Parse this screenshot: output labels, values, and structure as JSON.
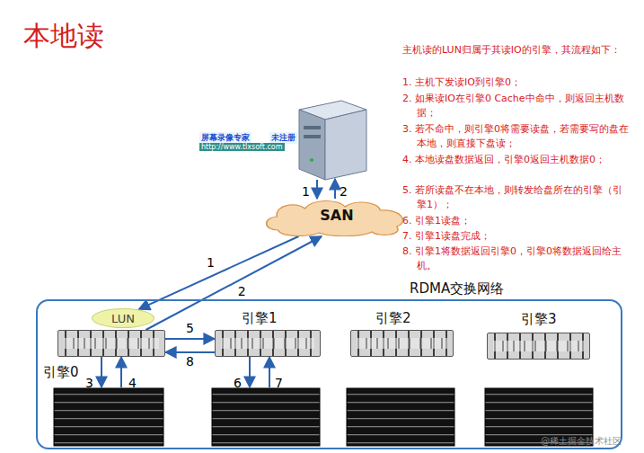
{
  "diagram": {
    "title": "本地读",
    "nodes": [
      {
        "text": [
          "SAN"
        ]
      },
      {
        "text": [
          "RDMA交换网络"
        ]
      },
      {
        "text": [
          "LUN"
        ],
        "in": 1
      },
      {
        "text": [
          "引擎0"
        ],
        "in": 1
      },
      {
        "text": [
          "引擎1"
        ],
        "in": 1
      },
      {
        "text": [
          "引擎2"
        ],
        "in": 1
      },
      {
        "text": [
          "引擎3"
        ],
        "in": 1
      }
    ],
    "edges": [
      {
        "from": 0,
        "to": 2,
        "label": "1",
        "arrow": "to"
      },
      {
        "from": 3,
        "to": 0,
        "label": "2",
        "arrow": "to"
      },
      {
        "from": 3,
        "to": 4,
        "label": "5",
        "arrow": "to"
      },
      {
        "from": 4,
        "to": 3,
        "label": "8",
        "arrow": "to"
      }
    ],
    "labels": [
      "主机读的LUN归属于其读IO的引擎，其流程如下：",
      "1. 主机下发读IO到引擎0；",
      "2. 如果读IO在引擎0 Cache中命中，则返回主机数据；",
      "3. 若不命中，则引擎0将需要读盘，若需要写的盘在本地，则直接下盘读；",
      "4. 本地读盘数据返回，引擎0返回主机数据0；",
      "5. 若所读盘不在本地，则转发给盘所在的引擎（引擎1）；",
      "6. 引擎1读盘；",
      "7. 引擎1读盘完成；",
      "8. 引擎1将数据返回引擎0，引擎0将数据返回给主机。",
      "1",
      "2",
      "3",
      "4",
      "6",
      "7",
      "屏幕录像专家",
      "未注册",
      "http://www.tlxsoft.com",
      "@稀土掘金技术社区"
    ]
  }
}
